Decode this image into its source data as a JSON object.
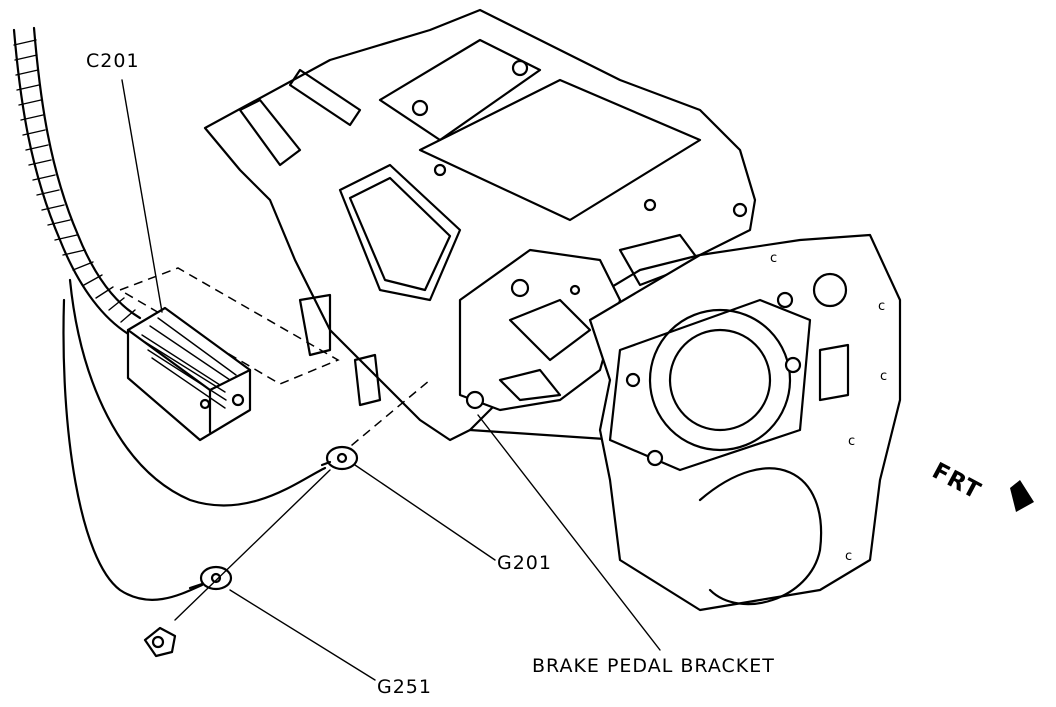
{
  "labels": {
    "c201": "C201",
    "g201": "G201",
    "g251": "G251",
    "brake_pedal_bracket": "BRAKE PEDAL BRACKET",
    "frt": "FRT"
  },
  "icons": {
    "direction_arrow": "arrow-right-down-icon"
  },
  "colors": {
    "ink": "#000000",
    "paper": "#ffffff"
  }
}
